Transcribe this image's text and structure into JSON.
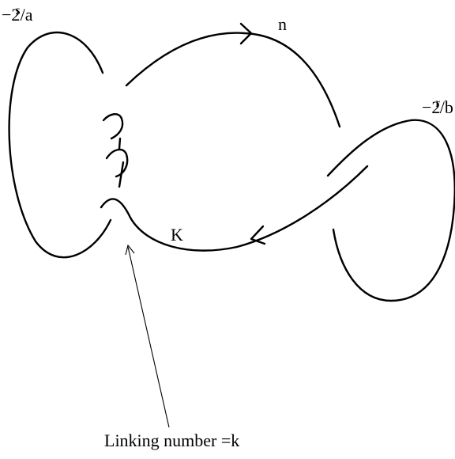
{
  "labels": {
    "left_coef": "−2",
    "left_sup": "s",
    "left_den": "/a",
    "right_coef": "−2",
    "right_sup": "r",
    "right_den": "/b",
    "n": "n",
    "K": "K",
    "linking": "Linking number =k"
  }
}
